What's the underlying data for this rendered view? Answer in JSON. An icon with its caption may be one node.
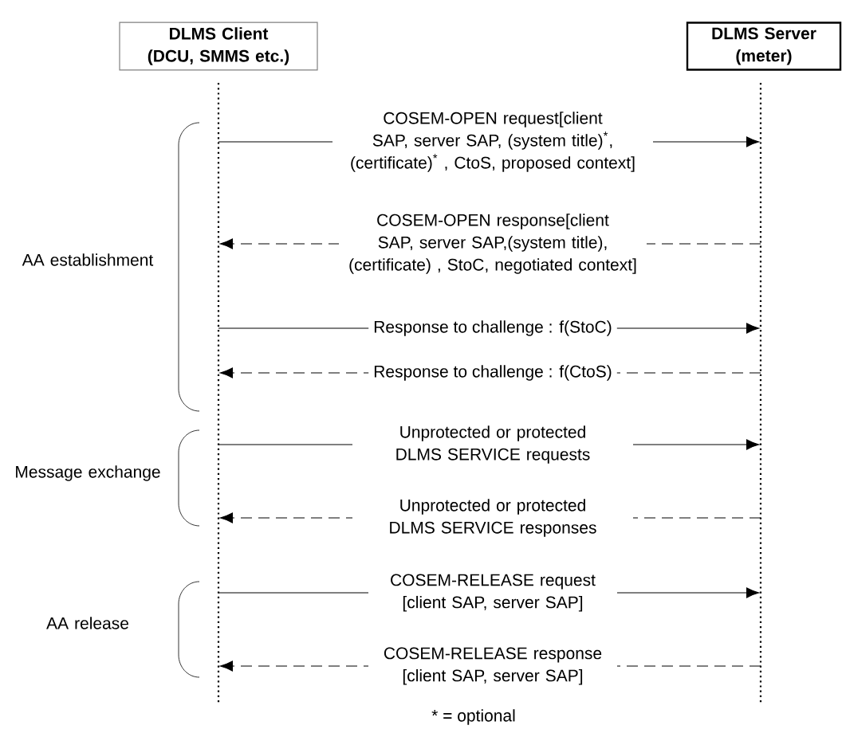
{
  "diagram": {
    "nodes": [
      {
        "text": [
          "DLMS Client (DCU, SMMS etc.)"
        ]
      },
      {
        "text": [
          "DLMS Server (meter)"
        ]
      },
      {
        "text": [],
        "shape": "line"
      },
      {
        "text": [],
        "shape": "line"
      }
    ],
    "edges": [
      {
        "from": 2,
        "to": 3,
        "arrow": "to",
        "label": "COSEM-OPEN request[client SAP, server SAP, (system title)$^{*}$, (certificate)$^{*}$ , CtoS, proposed context]"
      },
      {
        "from": 3,
        "to": 2,
        "arrow": "to",
        "style": "dashed",
        "label": "COSEM-OPEN response[client SAP, server SAP,(system title), (certificate) , StoC, negotiated context]"
      },
      {
        "from": 2,
        "to": 3,
        "arrow": "to",
        "label": "Response to challenge : f(StoC)"
      },
      {
        "from": 3,
        "to": 2,
        "arrow": "to",
        "style": "dashed",
        "label": "Response to challenge : f(CtoS)"
      },
      {
        "from": 2,
        "to": 3,
        "arrow": "to",
        "label": "Unprotected or protected DLMS SERVICE requests"
      },
      {
        "from": 3,
        "to": 2,
        "arrow": "to",
        "style": "dashed",
        "label": "Unprotected or protected DLMS SERVICE responses"
      },
      {
        "from": 2,
        "to": 3,
        "arrow": "to",
        "label": "COSEM-RELEASE request [client SAP, server SAP]"
      },
      {
        "from": 3,
        "to": 2,
        "arrow": "to",
        "style": "dashed",
        "label": "COSEM-RELEASE response [client SAP, server SAP]"
      }
    ],
    "labels": [
      "AA establishment",
      "Message exchange",
      "AA release",
      "* = optional"
    ]
  }
}
